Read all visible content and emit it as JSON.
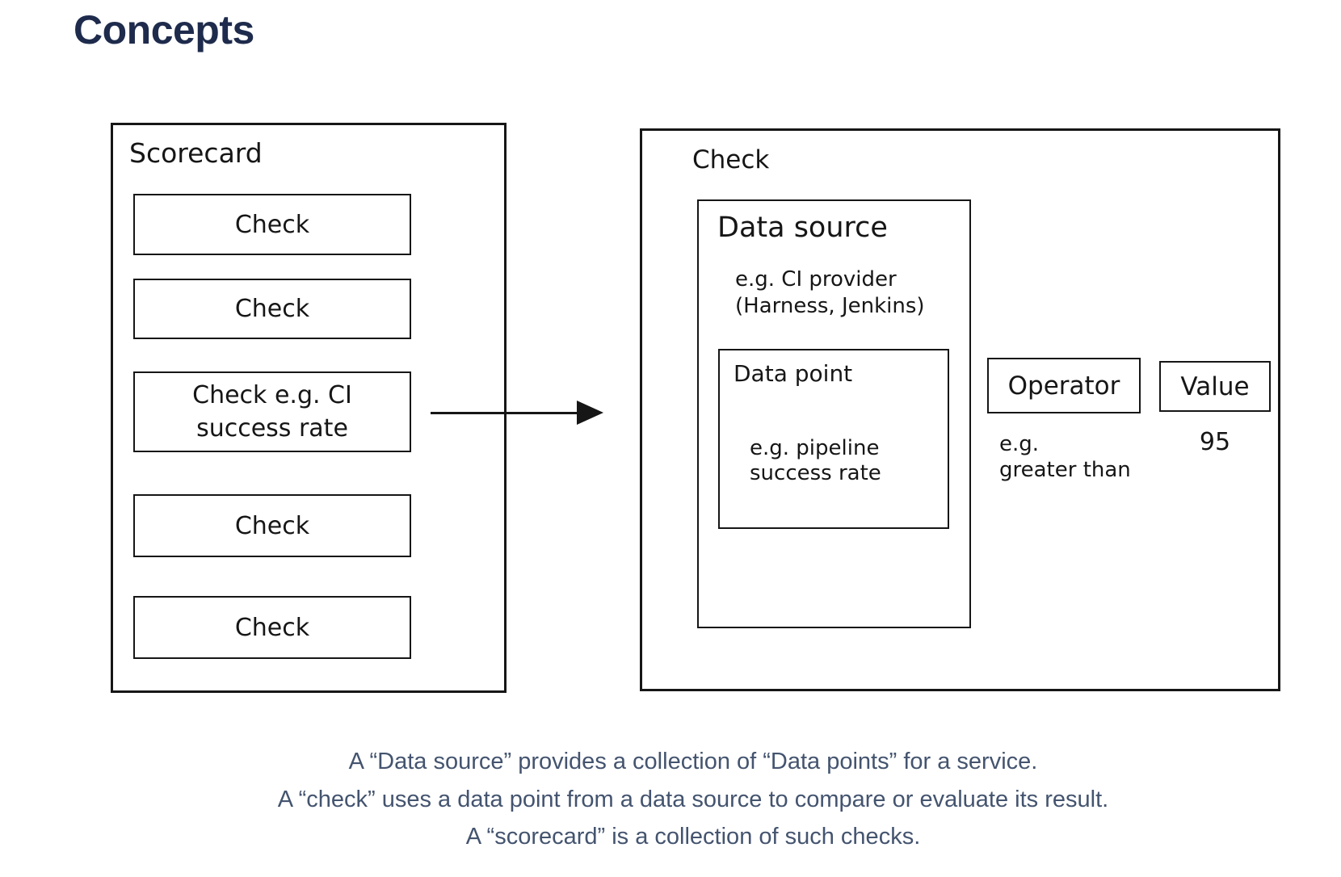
{
  "page": {
    "title": "Concepts"
  },
  "colors": {
    "title_text": "#1e2b4c",
    "diagram_stroke": "#161616",
    "caption_text": "#44546f",
    "background": "#ffffff"
  },
  "diagram": {
    "scorecard": {
      "label": "Scorecard",
      "checks": [
        "Check",
        "Check",
        "Check e.g. CI success rate",
        "Check",
        "Check"
      ]
    },
    "arrow": {
      "meaning": "scorecard-check-to-check-detail"
    },
    "check_detail": {
      "label": "Check",
      "data_source": {
        "label": "Data source",
        "example_line1": "e.g. CI provider",
        "example_line2": "(Harness, Jenkins)",
        "data_point": {
          "label": "Data point",
          "example_line1": "e.g. pipeline",
          "example_line2": "success rate"
        }
      },
      "operator": {
        "label": "Operator",
        "example_line1": "e.g.",
        "example_line2": "greater than"
      },
      "value": {
        "label": "Value",
        "example": "95"
      }
    }
  },
  "caption": {
    "line1": "A “Data source” provides a collection of “Data points” for a service.",
    "line2": "A “check” uses a data point from a data source to compare or evaluate its result.",
    "line3": "A “scorecard” is a collection of such checks."
  }
}
